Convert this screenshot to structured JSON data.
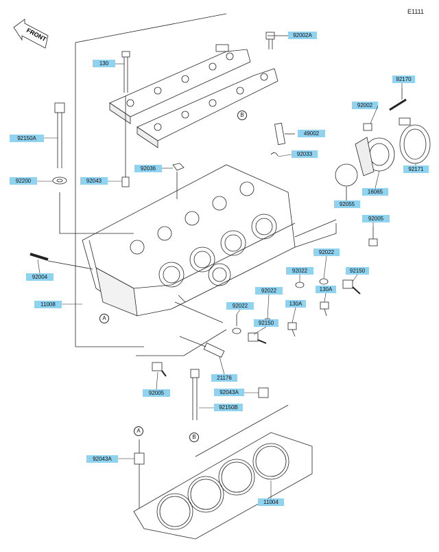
{
  "figure_id": "E1111",
  "label_color": "#8fd3f0",
  "front_label": "FRONT",
  "part_labels": [
    {
      "id": "p1",
      "code": "130"
    },
    {
      "id": "p2",
      "code": "92002A"
    },
    {
      "id": "p3",
      "code": "92170"
    },
    {
      "id": "p4",
      "code": "92002"
    },
    {
      "id": "p5",
      "code": "49002"
    },
    {
      "id": "p6",
      "code": "92150A"
    },
    {
      "id": "p7",
      "code": "92033"
    },
    {
      "id": "p8",
      "code": "92036"
    },
    {
      "id": "p9",
      "code": "92043"
    },
    {
      "id": "p10",
      "code": "92200"
    },
    {
      "id": "p11",
      "code": "92171"
    },
    {
      "id": "p12",
      "code": "16065"
    },
    {
      "id": "p13",
      "code": "92055"
    },
    {
      "id": "p14",
      "code": "92005"
    },
    {
      "id": "p15",
      "code": "92004"
    },
    {
      "id": "p16",
      "code": "92022"
    },
    {
      "id": "p17",
      "code": "92022"
    },
    {
      "id": "p18",
      "code": "92150"
    },
    {
      "id": "p19",
      "code": "92022"
    },
    {
      "id": "p20",
      "code": "130A"
    },
    {
      "id": "p21",
      "code": "11008"
    },
    {
      "id": "p22",
      "code": "92022"
    },
    {
      "id": "p23",
      "code": "130A"
    },
    {
      "id": "p24",
      "code": "92150"
    },
    {
      "id": "p25",
      "code": "21176"
    },
    {
      "id": "p26",
      "code": "92005"
    },
    {
      "id": "p27",
      "code": "92043A"
    },
    {
      "id": "p28",
      "code": "92150B"
    },
    {
      "id": "p29",
      "code": "92043A"
    },
    {
      "id": "p30",
      "code": "11004"
    }
  ],
  "callouts": [
    {
      "id": "c1",
      "letter": "B"
    },
    {
      "id": "c2",
      "letter": "A"
    },
    {
      "id": "c3",
      "letter": "B"
    },
    {
      "id": "c4",
      "letter": "A"
    }
  ]
}
